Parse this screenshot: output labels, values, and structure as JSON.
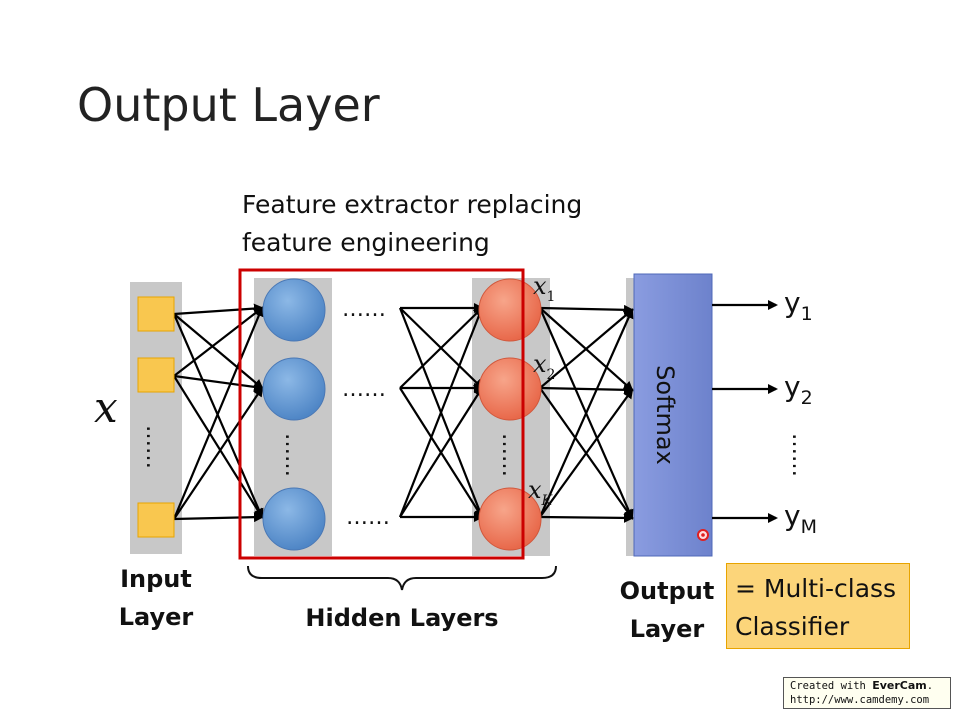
{
  "slide": {
    "title": "Output Layer",
    "subtitle_line1": "Feature extractor replacing",
    "subtitle_line2": "feature engineering"
  },
  "input_layer": {
    "symbol": "x",
    "label_line1": "Input",
    "label_line2": "Layer",
    "dots": "……"
  },
  "hidden_layers": {
    "label": "Hidden Layers",
    "dots": "……",
    "vdots": "……"
  },
  "feature_labels": [
    {
      "base": "x",
      "sub": "1"
    },
    {
      "base": "x",
      "sub": "2"
    },
    {
      "base": "x",
      "sub": "K"
    }
  ],
  "softmax": {
    "label": "Softmax"
  },
  "output_layer": {
    "label_line1": "Output",
    "label_line2": "Layer",
    "vdots": "……"
  },
  "outputs": [
    {
      "base": "y",
      "sub": "1"
    },
    {
      "base": "y",
      "sub": "2"
    },
    {
      "base": "y",
      "sub": "M"
    }
  ],
  "classifier_note": {
    "line1": "= Multi-class",
    "line2": "Classifier"
  },
  "watermark": {
    "prefix": "Created with ",
    "brand": "EverCam",
    "suffix": ".",
    "url": "http://www.camdemy.com"
  },
  "colors": {
    "input_node": "#f9c74f",
    "hidden_node": "#5b9bd5",
    "feature_node": "#f08060",
    "softmax": "#7a8ed6",
    "highlight_box": "#cc0000",
    "column_bg": "#c8c8c8"
  }
}
